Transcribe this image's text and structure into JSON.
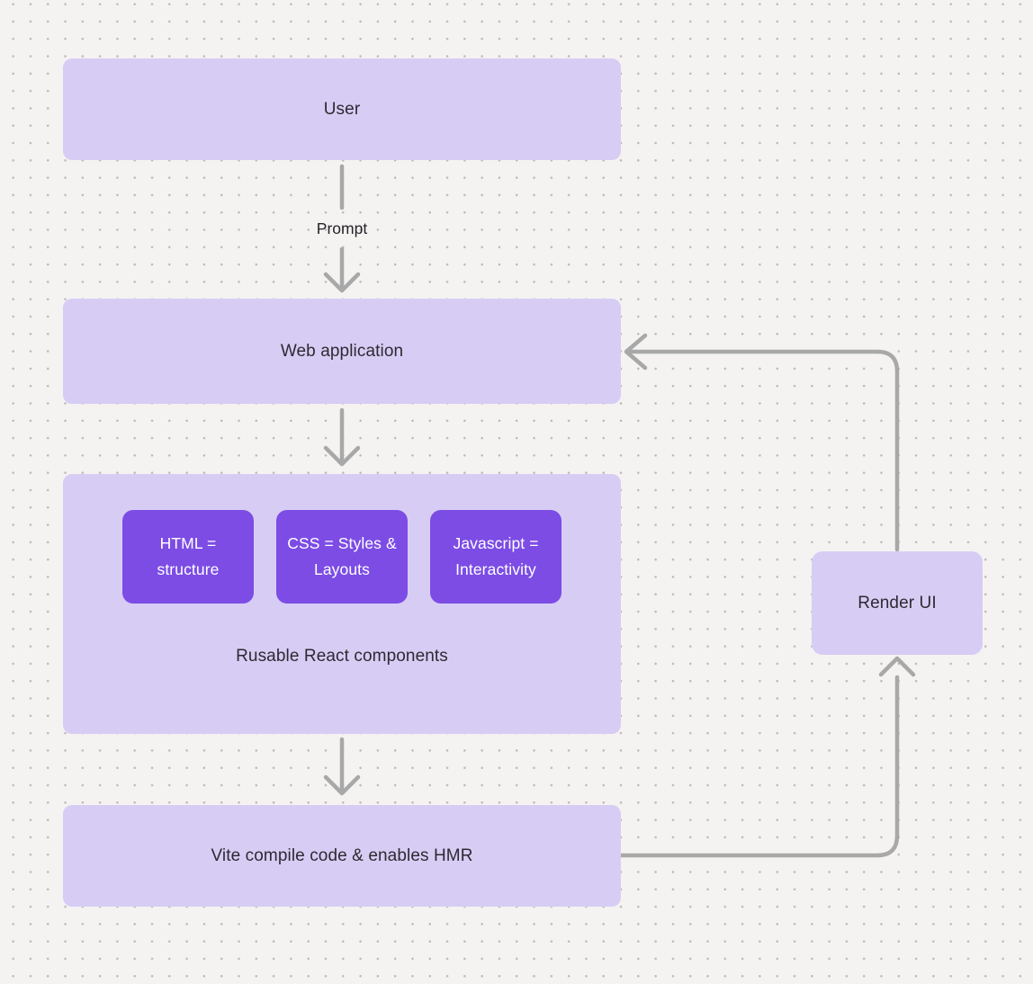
{
  "diagram": {
    "nodes": {
      "user": {
        "label": "User"
      },
      "web_application": {
        "label": "Web application"
      },
      "components_container": {
        "caption": "Rusable React components"
      },
      "html": {
        "label": "HTML = structure"
      },
      "css": {
        "label": "CSS = Styles & Layouts"
      },
      "javascript": {
        "label": "Javascript = Interactivity"
      },
      "vite": {
        "label": "Vite compile code & enables HMR"
      },
      "render_ui": {
        "label": "Render UI"
      }
    },
    "edges": {
      "user_to_webapp_label": "Prompt"
    },
    "colors": {
      "background": "#f4f3f2",
      "dot": "#bcbab8",
      "node_light": "#d7cdf4",
      "node_dark": "#7c4ce5",
      "arrow": "#a8a8a8",
      "text_dark": "#2d2a33",
      "text_light": "#ffffff"
    }
  }
}
